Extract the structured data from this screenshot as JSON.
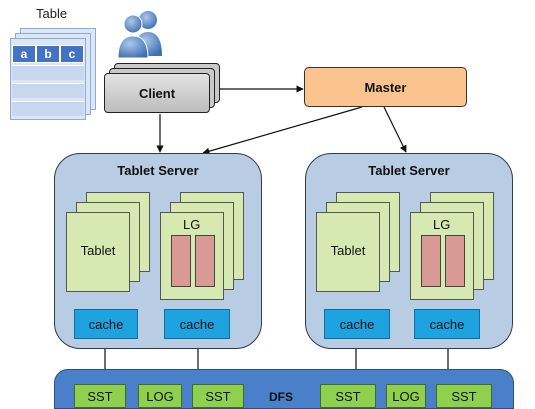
{
  "table": {
    "caption": "Table",
    "columns": [
      "a",
      "b",
      "c"
    ]
  },
  "client": {
    "label": "Client"
  },
  "master": {
    "label": "Master"
  },
  "tablet_servers": [
    {
      "title": "Tablet Server",
      "tablet_label": "Tablet",
      "lg_label": "LG",
      "caches": [
        "cache",
        "cache"
      ]
    },
    {
      "title": "Tablet Server",
      "tablet_label": "Tablet",
      "lg_label": "LG",
      "caches": [
        "cache",
        "cache"
      ]
    }
  ],
  "dfs": {
    "label": "DFS",
    "files": [
      "SST",
      "LOG",
      "SST",
      "SST",
      "LOG",
      "SST"
    ]
  },
  "colors": {
    "master_fill": "#fbc48f",
    "tablet_server_fill": "#b8cce4",
    "tablet_fill": "#d6e9b0",
    "cache_fill": "#1fa3e0",
    "dfs_fill": "#4a7fc9",
    "file_fill": "#8fd14f"
  }
}
